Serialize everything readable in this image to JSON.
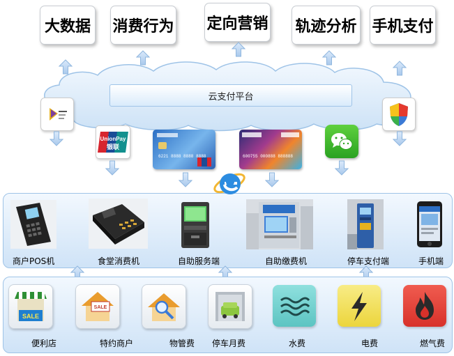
{
  "top_boxes": [
    {
      "label": "大数据"
    },
    {
      "label": "消费行为"
    },
    {
      "label": "定向营销"
    },
    {
      "label": "轨迹分析"
    },
    {
      "label": "手机支付"
    }
  ],
  "platform": {
    "label": "云支付平台"
  },
  "payment_icons": {
    "unionpay": "UnionPay",
    "unionpay_cn": "银联",
    "card1_number": "6221 8888 8888 8888",
    "card2_number": "600755 000888 888888"
  },
  "devices": [
    {
      "label": "商户POS机"
    },
    {
      "label": "食堂消费机"
    },
    {
      "label": "自助服务端"
    },
    {
      "label": "自助缴费机"
    },
    {
      "label": "停车支付端"
    },
    {
      "label": "手机端"
    }
  ],
  "services": [
    {
      "label": "便利店",
      "badge": "SALE"
    },
    {
      "label": "特约商户",
      "badge": "SALE"
    },
    {
      "label": "物管费"
    },
    {
      "label": "停车月费"
    },
    {
      "label": "水费"
    },
    {
      "label": "电费"
    },
    {
      "label": "燃气费"
    }
  ],
  "colors": {
    "arrow": "#b9d5f1",
    "panel_border": "#9ec3e7",
    "water": "#6fd0cf",
    "electric": "#f3e25a",
    "gas": "#e93c32"
  }
}
